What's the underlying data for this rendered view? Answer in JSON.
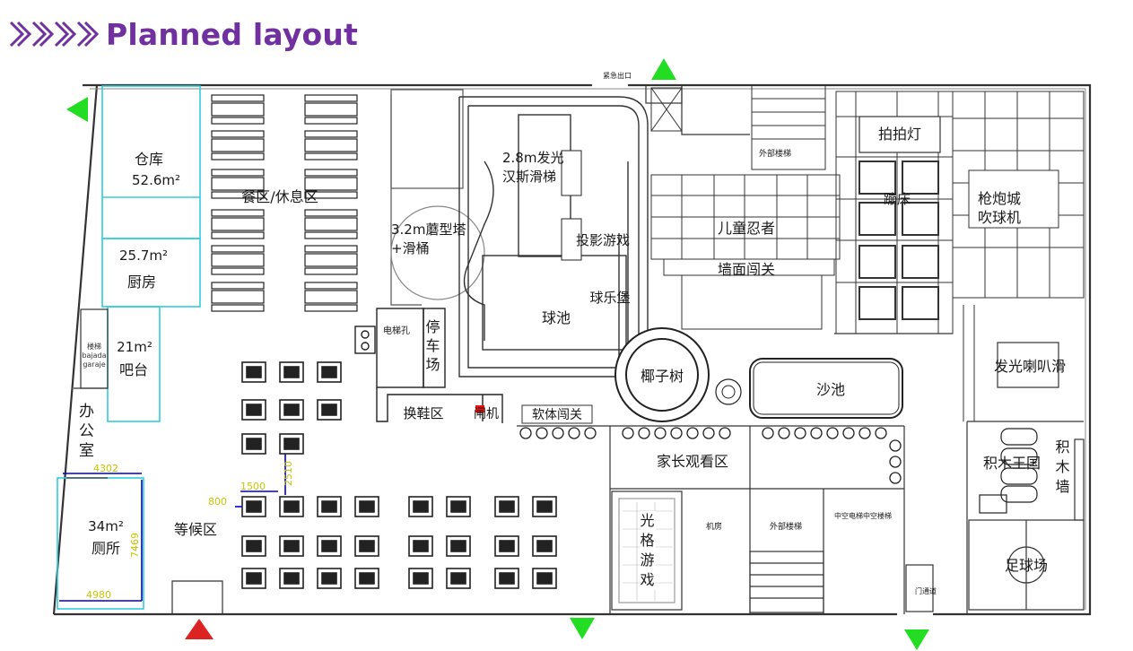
{
  "header": {
    "title": "Planned layout",
    "accent": "#7030a0",
    "chevron_icon": "double-chevron-right-icon"
  },
  "colors": {
    "walls": "#333333",
    "cyan_rooms": "#33ccdd",
    "dimension": "#0000cc",
    "dimension_text": "#c6c600",
    "entrance_arrow": "#22dd22",
    "main_entrance_arrow": "#dd2222"
  },
  "rooms": {
    "warehouse": "仓库",
    "warehouse_area": "52.6m²",
    "dining": "餐区/休息区",
    "kitchen_area": "25.7m²",
    "kitchen": "厨房",
    "bar_area": "21m²",
    "bar": "吧台",
    "stairs_garage": "楼梯 bajada garaje",
    "office": "办公室",
    "toilet_area": "34m²",
    "toilet": "厕所",
    "waiting": "等候区",
    "tower_slide": "3.2m蘑型塔+滑桶",
    "hans_slide": "2.8m发光汉斯滑梯",
    "elevator_shaft": "电梯孔",
    "parking": "停车场",
    "shoe_change": "换鞋区",
    "gate": "闸机",
    "ball_pool": "球池",
    "projection_game": "投影游戏",
    "ball_castle": "球乐堡",
    "coconut_tree": "椰子树",
    "soft_course": "软体闯关",
    "parent_viewing": "家长观看区",
    "ninja": "儿童忍者",
    "wall_course": "墙面闯关",
    "sand_pool": "沙池",
    "slap_lights": "拍拍灯",
    "trampoline": "蹦床",
    "cannon_city": "枪炮城",
    "blowing_machine": "吹球机",
    "trumpet_slide": "发光喇叭滑",
    "blocks_kingdom": "积木王国",
    "blocks_wall": "积木墙",
    "football": "足球场",
    "light_grid_game": "光格游戏",
    "machine_room": "机房",
    "external_stairs_top": "外部楼梯",
    "external_stairs_bottom": "外部楼梯",
    "atrium_elevator": "中空电梯中空楼梯",
    "emergency_exit": "紧急出口",
    "passage": "门通道"
  },
  "dimensions": {
    "toilet_width_top": "4302",
    "toilet_height": "7469",
    "toilet_width_bottom": "4980",
    "seat_offset": "800",
    "seat_spacing_x": "1500",
    "seat_spacing_y": "2510"
  }
}
